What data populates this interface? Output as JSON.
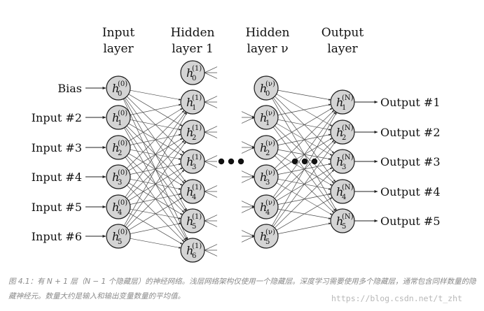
{
  "layers": {
    "input": {
      "title_line1": "Input",
      "title_line2": "layer"
    },
    "hidden1": {
      "title_line1": "Hidden",
      "title_line2": "layer 1"
    },
    "hiddenv": {
      "title_line1": "Hidden",
      "title_line2": "layer ν"
    },
    "output": {
      "title_line1": "Output",
      "title_line2": "layer"
    }
  },
  "input_labels": [
    "Bias",
    "Input #2",
    "Input #3",
    "Input #4",
    "Input #5",
    "Input #6"
  ],
  "output_labels": [
    "Output #1",
    "Output #2",
    "Output #3",
    "Output #4",
    "Output #5"
  ],
  "node_symbol": "h",
  "layer_superscripts": {
    "input": "(0)",
    "hidden1": "(1)",
    "hiddenv": "(ν)",
    "output": "(N)"
  },
  "colors": {
    "node_fill": "#d4d4d4",
    "stroke": "#1a1a1a",
    "caption": "#8a8a8a"
  },
  "caption": {
    "text": "图 4.1：有 N + 1 层（N − 1 个隐藏层）的神经网络。浅层网络架构仅使用一个隐藏层。深度学习需要使用多个隐藏层，通常包含同样数量的隐藏神经元。数量大约是输入和输出变量数量的平均值。",
    "watermark": "https://blog.csdn.net/t_zht"
  }
}
